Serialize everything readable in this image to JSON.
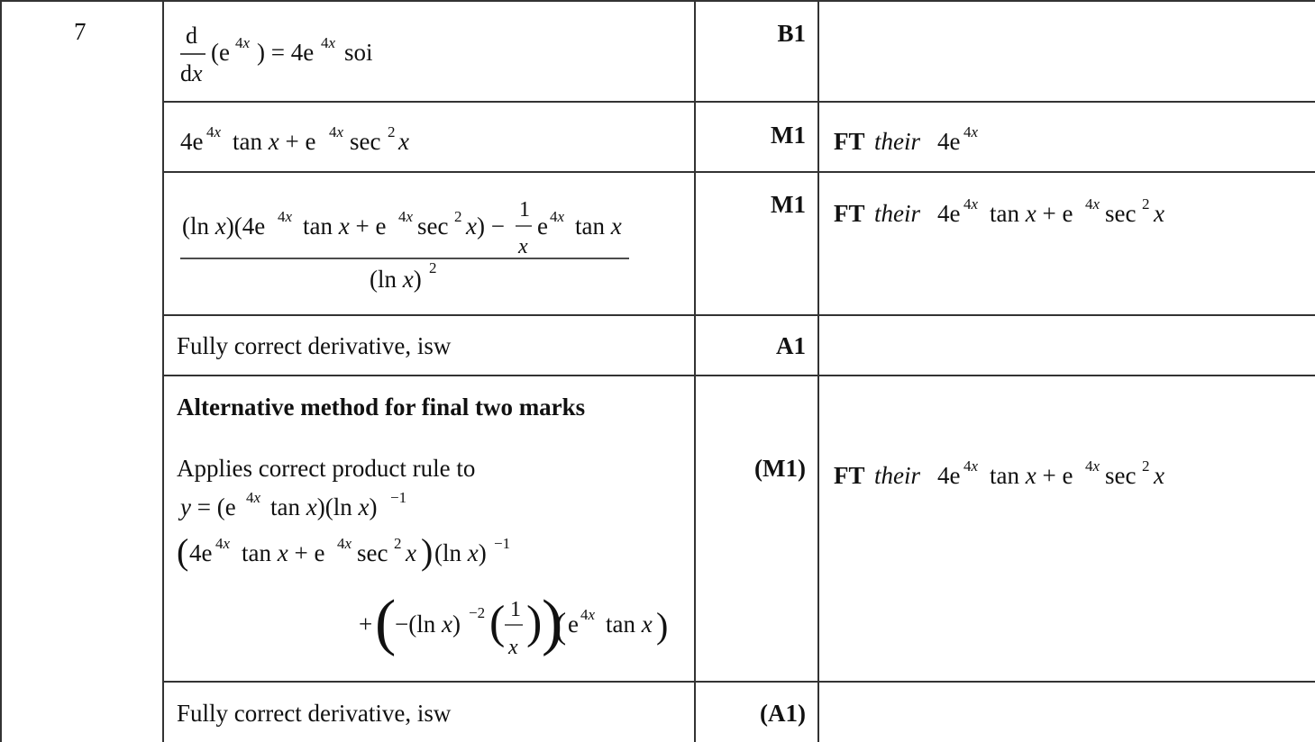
{
  "question": {
    "number": "7"
  },
  "rows": [
    {
      "answer": "d/dx(e^{4x}) = 4e^{4x} soi",
      "mark": "B1",
      "guidance": ""
    },
    {
      "answer": "4e^{4x} tan x + e^{4x} sec^2 x",
      "mark": "M1",
      "guidance": {
        "prefix": "FT",
        "their": "their",
        "expr": "4e^{4x}"
      }
    },
    {
      "answer": "[(ln x)(4e^{4x} tan x + e^{4x} sec^2 x) − (1/x)e^{4x} tan x] / (ln x)^2",
      "mark": "M1",
      "guidance": {
        "prefix": "FT",
        "their": "their",
        "expr": "4e^{4x} tan x + e^{4x} sec^2 x"
      }
    },
    {
      "answer": "Fully correct derivative, isw",
      "mark": "A1",
      "guidance": ""
    },
    {
      "heading": "Alternative method for final two marks",
      "answer_text": "Applies correct product rule to",
      "answer": "y = (e^{4x} tan x)(ln x)^{-1}; (4e^{4x} tan x + e^{4x} sec^2 x)(ln x)^{-1} + (−(ln x)^{-2}(1/x))(e^{4x} tan x)",
      "mark": "(M1)",
      "guidance": {
        "prefix": "FT",
        "their": "their",
        "expr": "4e^{4x} tan x + e^{4x} sec^2 x"
      }
    },
    {
      "answer": "Fully correct derivative, isw",
      "mark": "(A1)",
      "guidance": ""
    }
  ]
}
